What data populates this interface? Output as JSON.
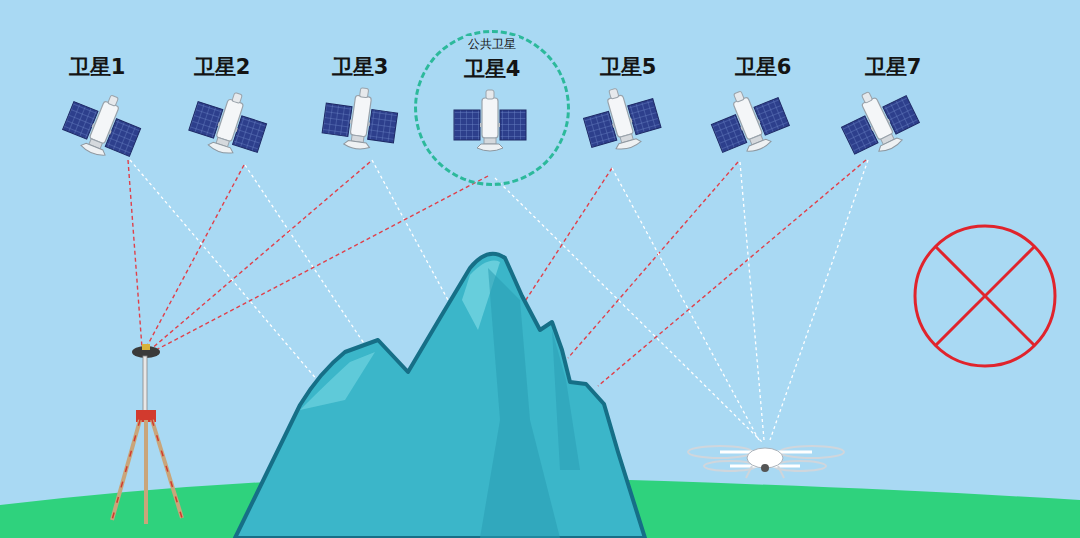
{
  "diagram": {
    "nodes": [
      {
        "text": [
          "公共卫星",
          "卫星4"
        ]
      }
    ],
    "labels": [
      "卫星1",
      "卫星2",
      "卫星3",
      "卫星5",
      "卫星6",
      "卫星7"
    ]
  }
}
